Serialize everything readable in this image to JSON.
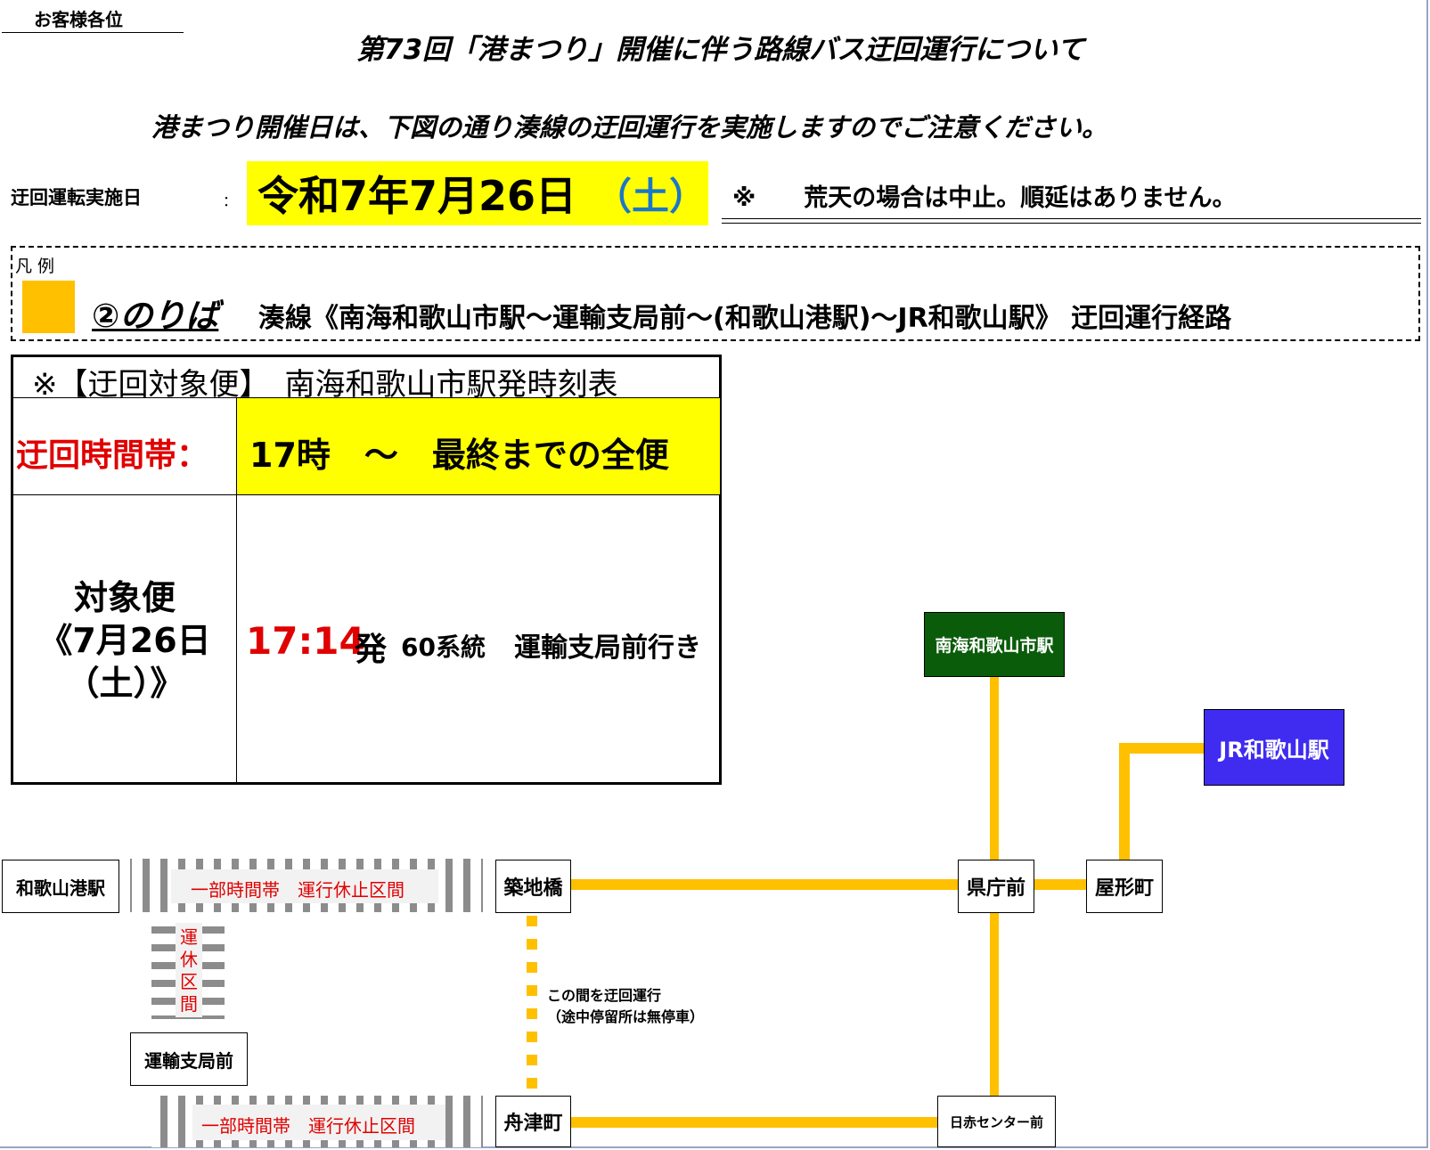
{
  "header": {
    "addressee": "お客様各位",
    "title": "第73回「港まつり」開催に伴う路線バス迂回運行について",
    "notice": "港まつり開催日は、下図の通り湊線の迂回運行を実施しますのでご注意ください。"
  },
  "date_row": {
    "label": "迂回運転実施日",
    "colon": "：",
    "value": "令和7年7月26日",
    "weekday": "（土）",
    "note": "※　　荒天の場合は中止。順延はありません。"
  },
  "legend": {
    "label": "凡 例",
    "stop": "②のりば",
    "description": "湊線《南海和歌山市駅～運輸支局前～(和歌山港駅)～JR和歌山駅》 迂回運行経路",
    "swatch_color": "#ffc000"
  },
  "timetable": {
    "heading": "※【迂回対象便】　南海和歌山市駅発時刻表",
    "band_label": "迂回時間帯：",
    "band_value": "17時　～　最終までの全便",
    "target_line1": "対象便",
    "target_line2": "《7月26日",
    "target_line3": "（土）》",
    "time": "17:14",
    "dep": "発",
    "route": "60系統",
    "dest": "運輸支局前行き"
  },
  "map": {
    "route_color": "#ffc000",
    "stops": {
      "nankai": "南海和歌山市駅",
      "jr": "JR和歌山駅",
      "kencho": "県庁前",
      "yakata": "屋形町",
      "tsukiji": "築地橋",
      "wakayamako": "和歌山港駅",
      "unyu": "運輸支局前",
      "funatsu": "舟津町",
      "nisseki": "日赤センター前"
    },
    "closed_section_top": "一部時間帯　運行休止区間",
    "closed_section_bottom": "一部時間帯　運行休止区間",
    "suspended_vertical": [
      "運",
      "休",
      "区",
      "間"
    ],
    "detour_note_1": "この間を迂回運行",
    "detour_note_2": "（途中停留所は無停車）",
    "nankai_color": "#0a5c0a",
    "jr_color": "#3f2cf0"
  }
}
